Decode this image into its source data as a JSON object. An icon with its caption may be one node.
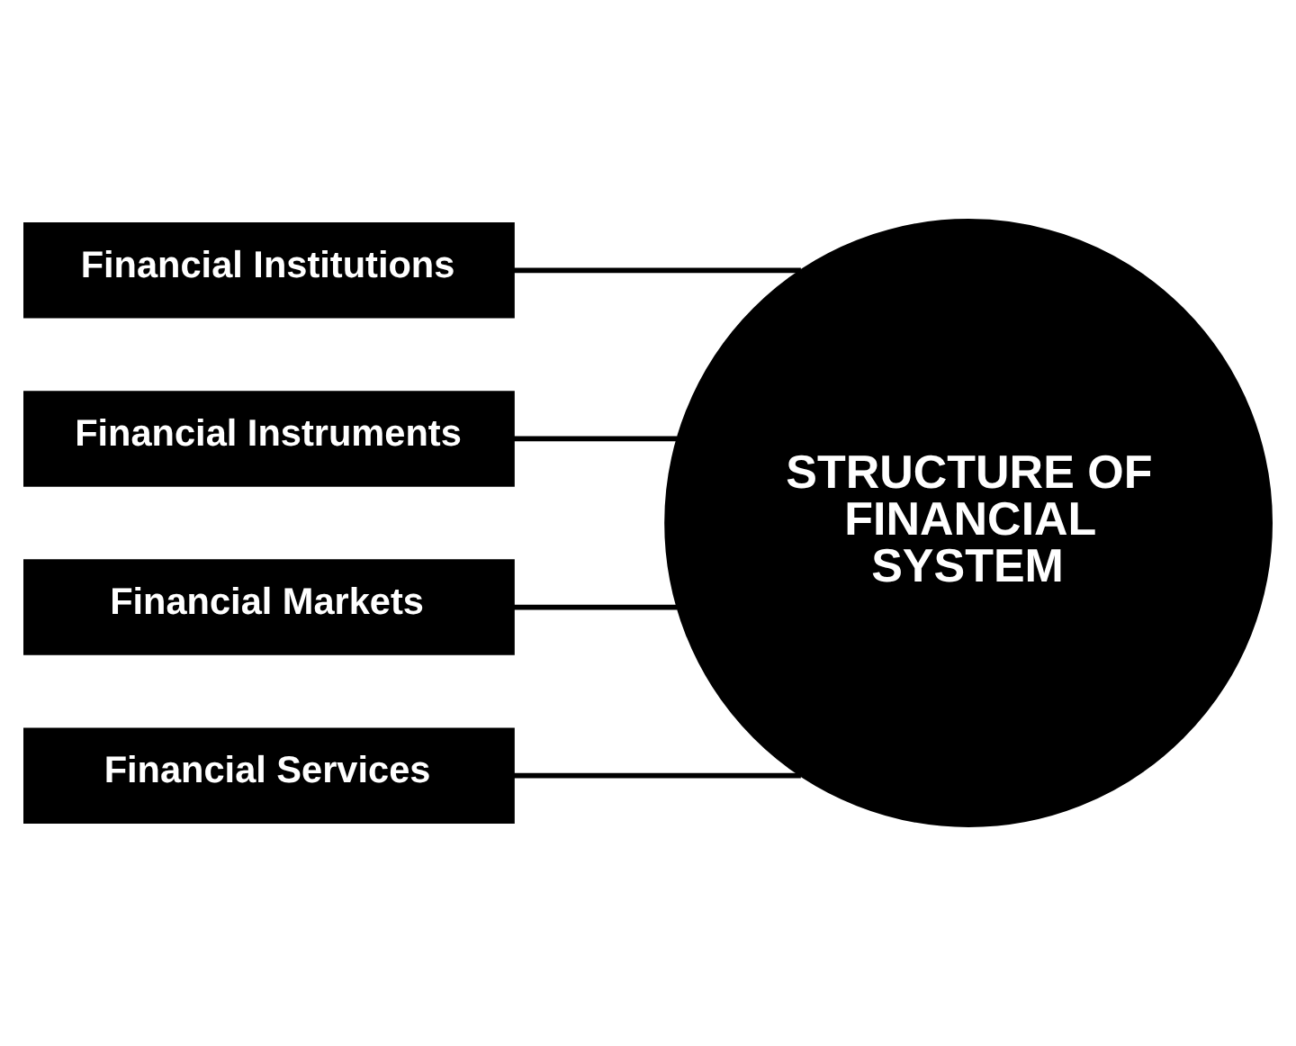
{
  "diagram": {
    "nodes": [
      {
        "text": [
          "Financial Institutions"
        ]
      },
      {
        "text": [
          "Financial Instruments"
        ]
      },
      {
        "text": [
          "Financial Markets"
        ]
      },
      {
        "text": [
          "Financial Services"
        ]
      },
      {
        "text": [
          "STRUCTURE OF FINANCIAL SYSTEM"
        ]
      }
    ],
    "edges": [
      {
        "from": 0,
        "to": 4,
        "arrow": "none"
      },
      {
        "from": 1,
        "to": 4,
        "arrow": "none"
      },
      {
        "from": 2,
        "to": 4,
        "arrow": "none"
      },
      {
        "from": 3,
        "to": 4,
        "arrow": "none"
      }
    ]
  }
}
